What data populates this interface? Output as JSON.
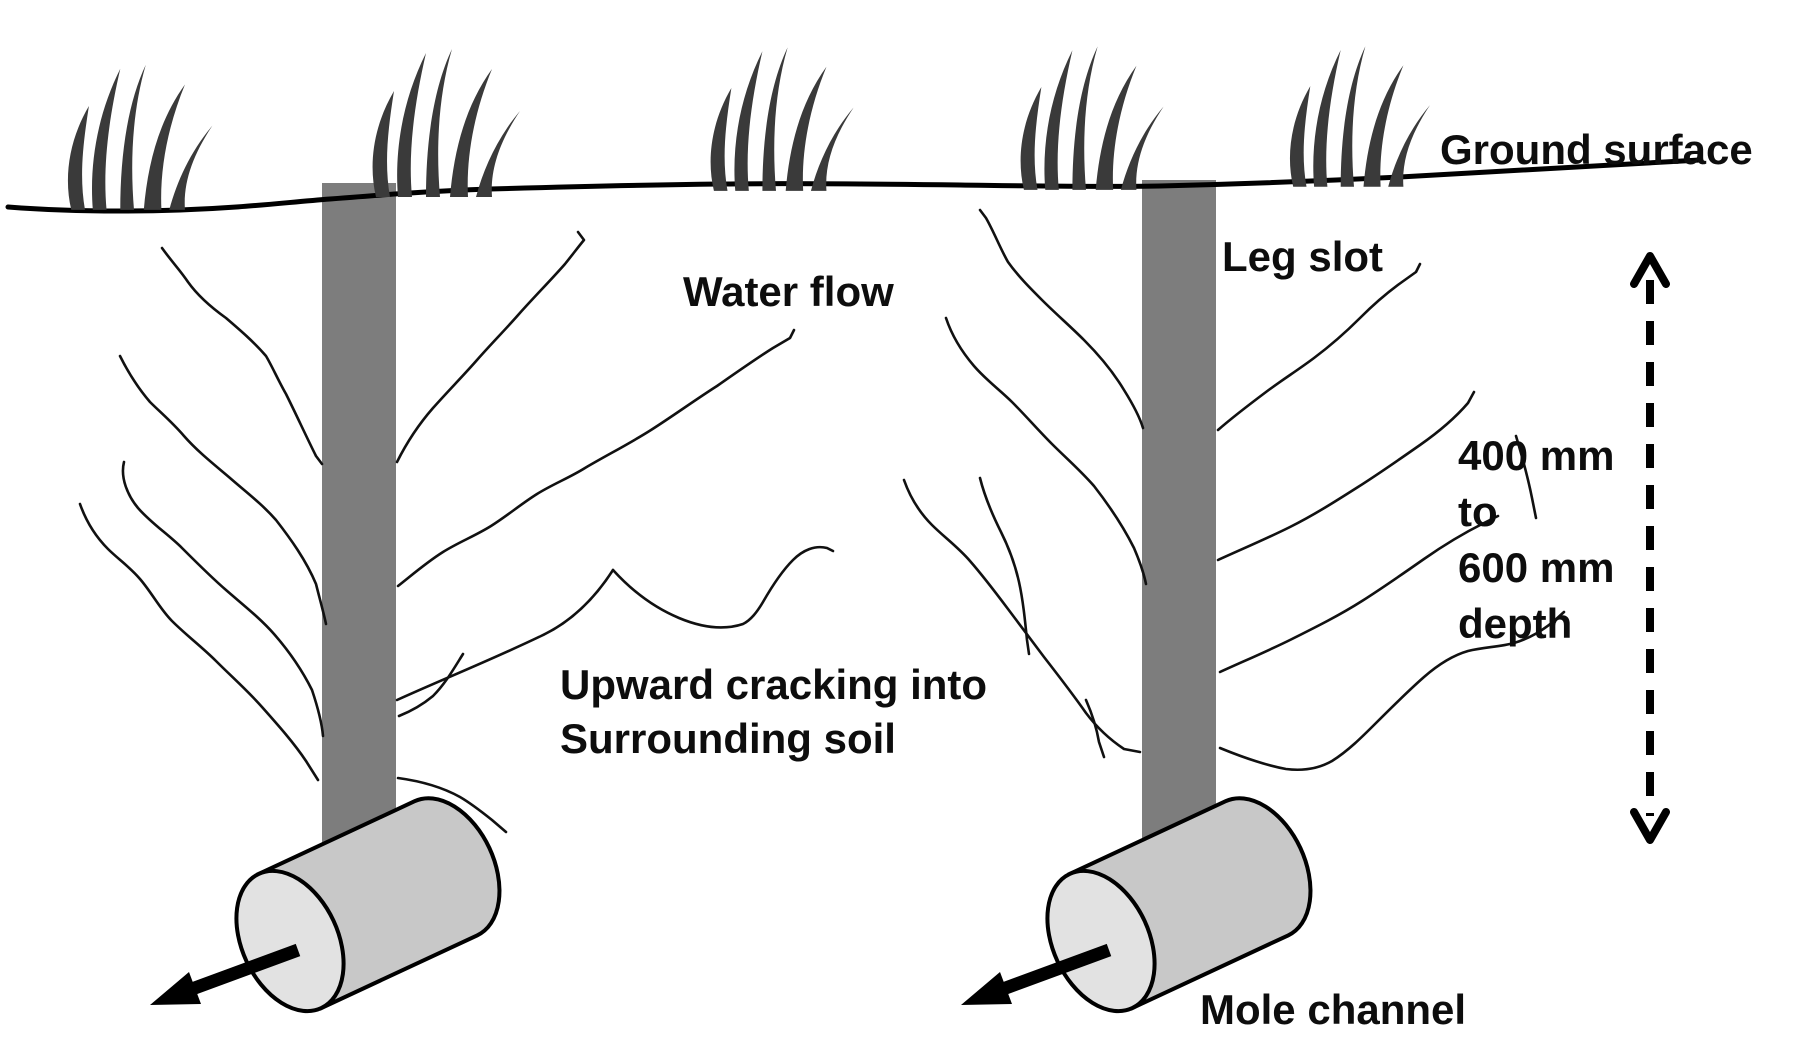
{
  "labels": {
    "ground_surface": "Ground surface",
    "water_flow": "Water flow",
    "leg_slot": "Leg slot",
    "upward_cracking_line1": "Upward cracking into",
    "upward_cracking_line2": "Surrounding soil",
    "depth_line1": "400 mm",
    "depth_line2": "to",
    "depth_line3": "600 mm",
    "depth_line4": "depth",
    "mole_channel": "Mole channel"
  },
  "colors": {
    "background": "#ffffff",
    "line_black": "#000000",
    "grass_dark_gray": "#3a3a3a",
    "leg_slot_gray": "#7d7d7d",
    "cylinder_body_gray": "#c8c8c8",
    "cylinder_face_gray": "#e2e2e2",
    "text": "#0d0d0d"
  }
}
